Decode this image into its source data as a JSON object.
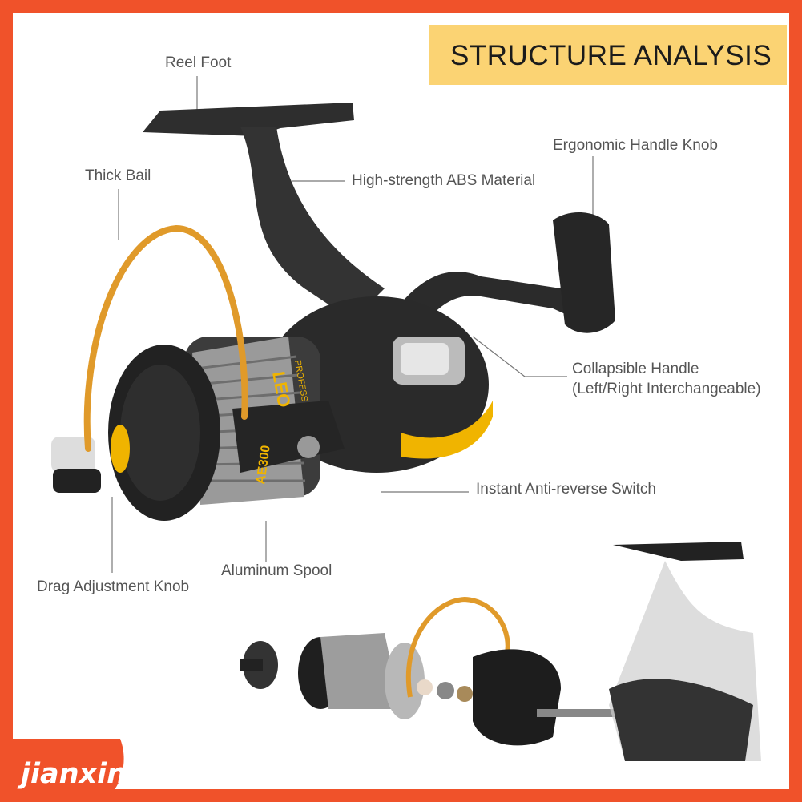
{
  "title": "STRUCTURE ANALYSIS",
  "labels": {
    "reel_foot": "Reel Foot",
    "thick_bail": "Thick Bail",
    "abs_material": "High-strength ABS Material",
    "handle_knob": "Ergonomic Handle Knob",
    "collapsible_1": "Collapsible Handle",
    "collapsible_2": "(Left/Right Interchangeable)",
    "anti_reverse": "Instant Anti-reverse Switch",
    "aluminum_spool": "Aluminum Spool",
    "drag_knob": "Drag Adjustment Knob"
  },
  "product_text": {
    "spool_brand": "LEO",
    "spool_model": "AE300",
    "spool_sub": "PROFESS"
  },
  "watermark": "jianxin",
  "colors": {
    "border": "#f0522a",
    "title_bg": "#fbd373",
    "bail": "#e09a2a",
    "reel_body": "#2b2b2b",
    "accent_yellow": "#f0b400"
  }
}
